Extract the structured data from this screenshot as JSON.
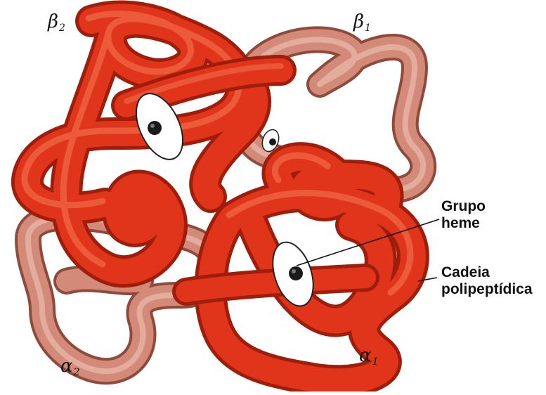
{
  "subunits": {
    "beta2": {
      "letter": "β",
      "index": "2"
    },
    "beta1": {
      "letter": "β",
      "index": "1"
    },
    "alpha2": {
      "letter": "α",
      "index": "2"
    },
    "alpha1": {
      "letter": "α",
      "index": "1"
    }
  },
  "callouts": {
    "heme": {
      "line1": "Grupo",
      "line2": "heme"
    },
    "chain": {
      "line1": "Cadeia",
      "line2": "polipeptídica"
    }
  },
  "colors": {
    "front_chain": "#e0351a",
    "front_chain_dark": "#9e1e0b",
    "back_chain": "#d38a78",
    "back_chain_dark": "#8f4a3c",
    "heme_disk": "#ffffff",
    "heme_iron": "#1a1a1a"
  }
}
